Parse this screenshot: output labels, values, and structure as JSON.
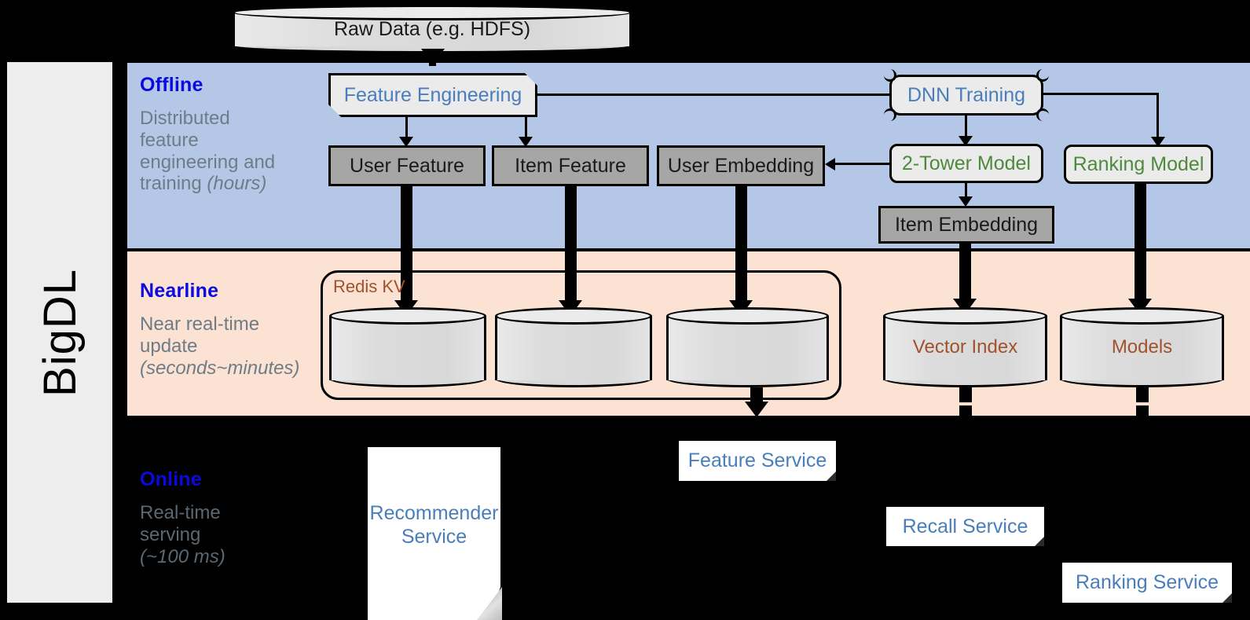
{
  "sidebar": {
    "label": "BigDL"
  },
  "source": {
    "label": "Raw Data (e.g. HDFS)",
    "icon": "database-cylinder-icon"
  },
  "bands": {
    "offline": {
      "title": "Offline",
      "desc_line1": "Distributed",
      "desc_line2": "feature",
      "desc_line3": "engineering and",
      "desc_line4": "training ",
      "desc_italic": "(hours)"
    },
    "nearline": {
      "title": "Nearline",
      "desc_line1": "Near real-time",
      "desc_line2": "update",
      "desc_italic": "(seconds~minutes)"
    },
    "online": {
      "title": "Online",
      "desc_line1": "Real-time",
      "desc_line2": "serving",
      "desc_italic": "(~100 ms)"
    }
  },
  "offline": {
    "feature_engineering": "Feature Engineering",
    "dnn_training": "DNN Training",
    "user_feature": "User Feature",
    "item_feature": "Item Feature",
    "user_embedding": "User Embedding",
    "two_tower_model": "2-Tower Model",
    "ranking_model": "Ranking Model",
    "item_embedding": "Item Embedding"
  },
  "nearline": {
    "redis_kv": "Redis KV",
    "vector_index": "Vector Index",
    "models": "Models"
  },
  "online": {
    "recommender_service": "Recommender\nService",
    "recommender_service_l1": "Recommender",
    "recommender_service_l2": "Service",
    "feature_service": "Feature Service",
    "recall_service": "Recall Service",
    "ranking_service": "Ranking Service"
  },
  "colors": {
    "offline_band": "#b4c7e7",
    "nearline_band": "#fbe2d2",
    "band_title": "#0a0ae0",
    "band_desc": "#6e7c88",
    "blue_text": "#4a7ebb",
    "green_text": "#4e8a3b",
    "brown_text": "#a0522d",
    "gray_box": "#a6a6a6",
    "light_box": "#ebebeb",
    "background": "#000000",
    "sidebar": "#ededed"
  }
}
